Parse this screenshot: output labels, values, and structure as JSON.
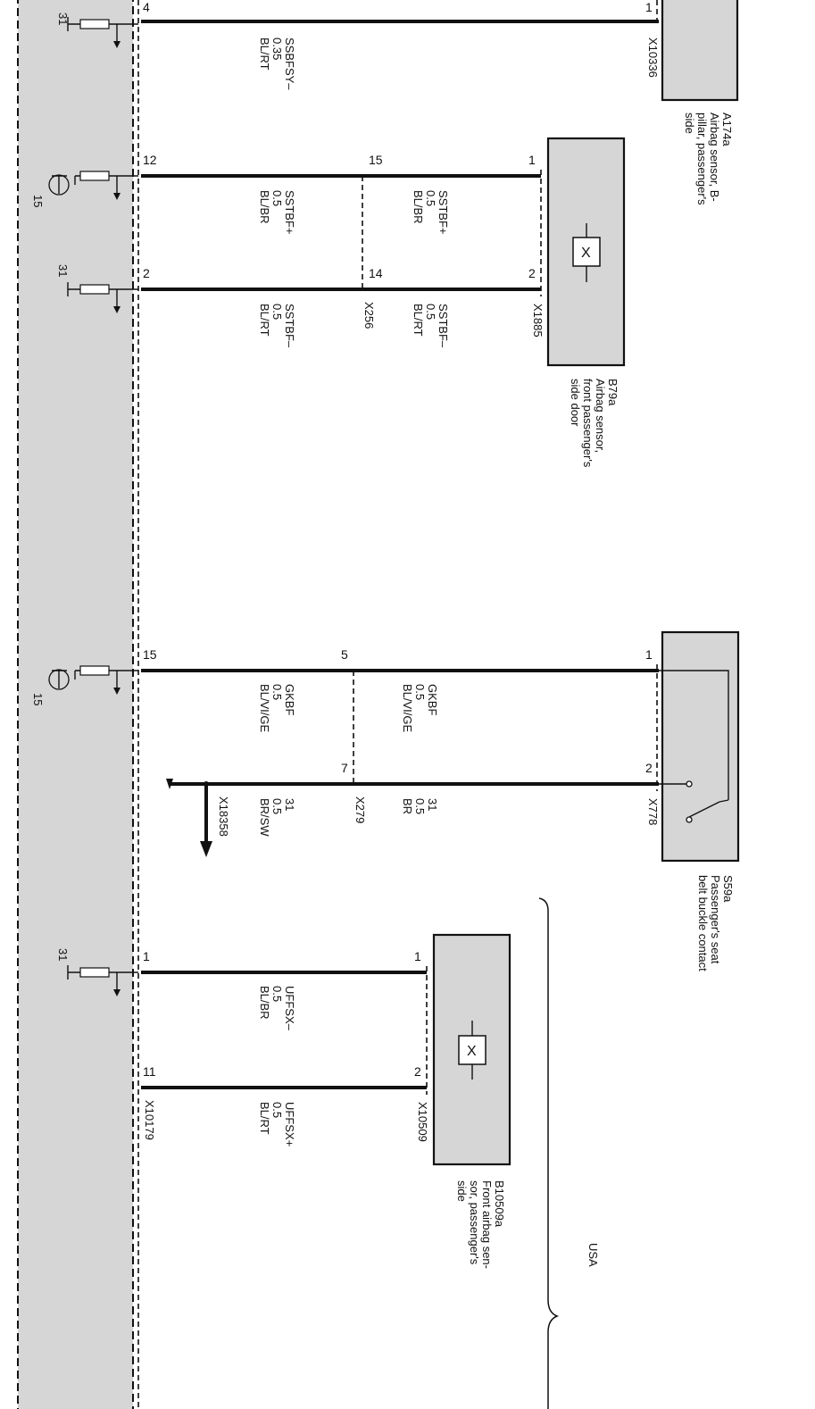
{
  "colors": {
    "module_fill": "#d6d6d6",
    "component_fill": "#d6d6d6",
    "wire": "#111111"
  },
  "components": {
    "a174a": {
      "id": "A174a",
      "desc": [
        "Airbag sensor, B-",
        "pillar, passenger's",
        "side"
      ],
      "pin_a": "1",
      "connector": "X10336"
    },
    "b79a": {
      "id": "B79a",
      "desc": [
        "Airbag sensor,",
        "front passenger's",
        "side door"
      ],
      "pin_a": "1",
      "pin_b": "2",
      "connector": "X1885"
    },
    "s59a": {
      "id": "S59a",
      "desc": [
        "Passenger's seat",
        "belt buckle contact"
      ],
      "pin_a": "1",
      "pin_b": "2",
      "connector": "X778"
    },
    "b10509a": {
      "id": "B10509a",
      "desc": [
        "Front airbag sen-",
        "sor, passenger's",
        "side"
      ],
      "pin_a": "1",
      "pin_b": "2",
      "connector": "X10509"
    }
  },
  "module_pins": [
    "4",
    "12",
    "2",
    "15",
    "1",
    "11"
  ],
  "ground_labels": {
    "g1": "31",
    "g2": "31",
    "g3": "31",
    "t1": "15",
    "t2": "15"
  },
  "inline_connectors": {
    "x256": {
      "name": "X256",
      "pin_a": "15",
      "pin_b": "14"
    },
    "x279": {
      "name": "X279",
      "pin_a": "5",
      "pin_b": "7"
    },
    "x18358": {
      "name": "X18358"
    },
    "x10179": {
      "name": "X10179"
    }
  },
  "wires": {
    "w1": [
      "SSBFSY–",
      "0.35",
      "BL/RT"
    ],
    "w2a": [
      "SSTBF+",
      "0.5",
      "BL/BR"
    ],
    "w2b": [
      "SSTBF+",
      "0.5",
      "BL/BR"
    ],
    "w3a": [
      "SSTBF–",
      "0.5",
      "BL/RT"
    ],
    "w3b": [
      "SSTBF–",
      "0.5",
      "BL/RT"
    ],
    "w4a": [
      "GKBF",
      "0.5",
      "BL/VI/GE"
    ],
    "w4b": [
      "GKBF",
      "0.5",
      "BL/VI/GE"
    ],
    "w5a": [
      "31",
      "0.5",
      "BR/SW"
    ],
    "w5b": [
      "31",
      "0.5",
      "BR"
    ],
    "w6": [
      "UFFSX–",
      "0.5",
      "BL/BR"
    ],
    "w7": [
      "UFFSX+",
      "0.5",
      "BL/RT"
    ]
  },
  "region_label": "USA"
}
